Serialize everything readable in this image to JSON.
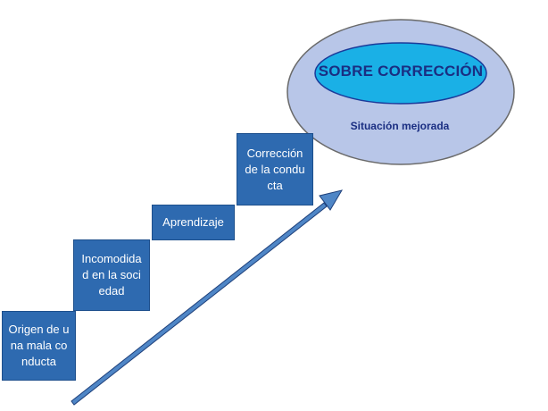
{
  "steps": [
    {
      "label": "Origen de una mala conducta"
    },
    {
      "label": "Incomodidad en la sociedad"
    },
    {
      "label": "Aprendizaje"
    },
    {
      "label": "Corrección de la conducta"
    }
  ],
  "goal": {
    "title": "SOBRE CORRECCIÓN",
    "subtitle": "Situación mejorada"
  },
  "colors": {
    "step_fill": "#2e6ab0",
    "outer_ellipse_fill": "#b8c6e8",
    "inner_ellipse_fill": "#1ab0e6",
    "arrow_fill": "#4f86c6",
    "text_dark": "#1a2e82"
  }
}
